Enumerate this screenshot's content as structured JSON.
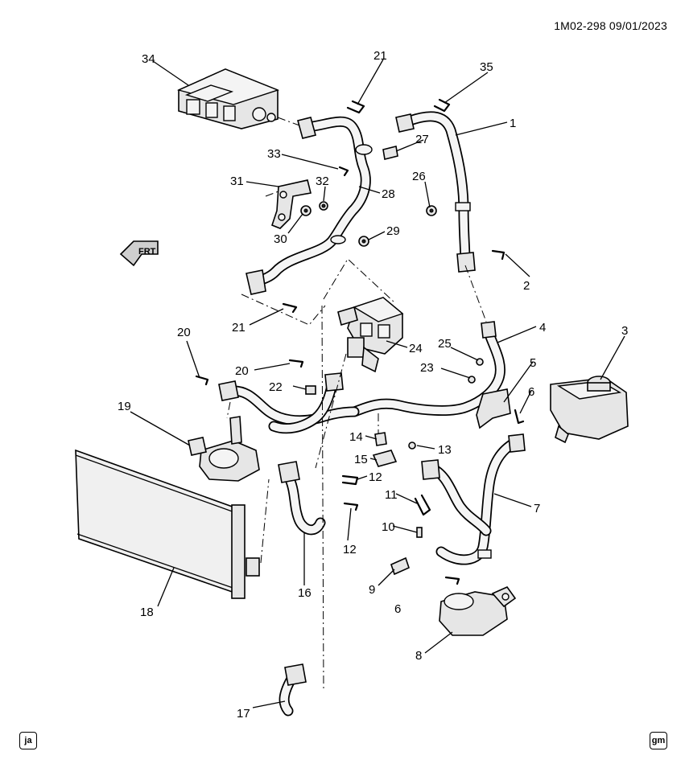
{
  "header": {
    "code": "1M02-298 09/01/2023"
  },
  "badges": {
    "left": "ja",
    "right": "gm"
  },
  "orientation": {
    "label": "FRT"
  },
  "callouts": [
    "1",
    "2",
    "3",
    "4",
    "5",
    "6",
    "6",
    "7",
    "8",
    "9",
    "10",
    "11",
    "12",
    "12",
    "13",
    "14",
    "15",
    "16",
    "17",
    "18",
    "19",
    "20",
    "20",
    "21",
    "21",
    "22",
    "23",
    "24",
    "25",
    "26",
    "27",
    "28",
    "29",
    "30",
    "31",
    "32",
    "33",
    "34",
    "35"
  ]
}
